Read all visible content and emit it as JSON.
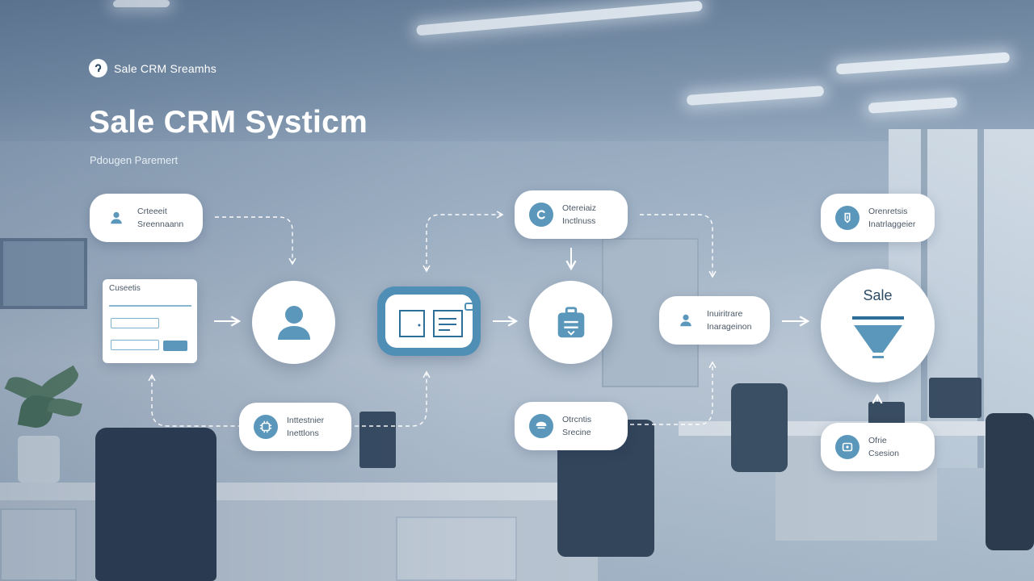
{
  "header": {
    "brand_name": "Sale CRM Sreamhs",
    "title": "Sale CRM Systicm",
    "subtitle": "Pdougen Paremert"
  },
  "nodes": {
    "customer_info_pill": {
      "line1": "Crteeeit",
      "line2": "Sreennaann",
      "icon": "user-icon"
    },
    "customer_form_card": {
      "title": "Cuseetis",
      "icon": "form-icon"
    },
    "contact_circle": {
      "icon": "user-icon"
    },
    "dashboard_card": {
      "icon": "dashboard-icon"
    },
    "insights_pill": {
      "line1": "Inttestnier",
      "line2": "Inettlons",
      "icon": "chip-icon"
    },
    "orders_pill": {
      "line1": "Otereiaiz",
      "line2": "Inctlnuss",
      "icon": "c-icon"
    },
    "briefcase_circle": {
      "icon": "briefcase-icon"
    },
    "orders_status_pill": {
      "line1": "Otrcntis",
      "line2": "Srecine",
      "icon": "chat-icon"
    },
    "management_pill": {
      "line1": "Inuiritrare",
      "line2": "Inarageinon",
      "icon": "user-icon"
    },
    "opportunities_pill": {
      "line1": "Orenretsis",
      "line2": "Inatrlaggeier",
      "icon": "pen-icon"
    },
    "sale_funnel": {
      "label": "Sale",
      "icon": "funnel-icon"
    },
    "office_pill": {
      "line1": "Ofrie",
      "line2": "Csesion",
      "icon": "tablet-icon"
    }
  },
  "colors": {
    "accent": "#5a97bb",
    "accent_dark": "#2e6f99",
    "card": "#ffffff",
    "text": "#4a5866",
    "connector": "#ffffff"
  }
}
